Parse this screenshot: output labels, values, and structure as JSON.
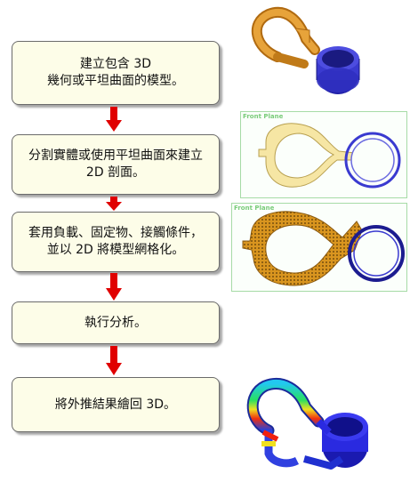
{
  "steps": [
    {
      "line1": "建立包含 3D",
      "line2": "幾何或平坦曲面的模型。"
    },
    {
      "line1": "分割實體或使用平坦曲面來建立",
      "line2": "2D 剖面。"
    },
    {
      "line1": "套用負載、固定物、接觸條件，",
      "line2": "並以 2D 將模型網格化。"
    },
    {
      "line1": "執行分析。"
    },
    {
      "line1": "將外推結果繪回 3D。"
    }
  ],
  "panels": {
    "sketch_label": "Front Plane",
    "mesh_label": "Front Plane"
  },
  "colors": {
    "box_fill": "#fdfde8",
    "arrow": "#e00000",
    "orange_part": "#d9901e",
    "blue_part": "#3a3ad0",
    "sketch_fill": "#f5e6a0",
    "panel_border": "#a6dba6"
  }
}
